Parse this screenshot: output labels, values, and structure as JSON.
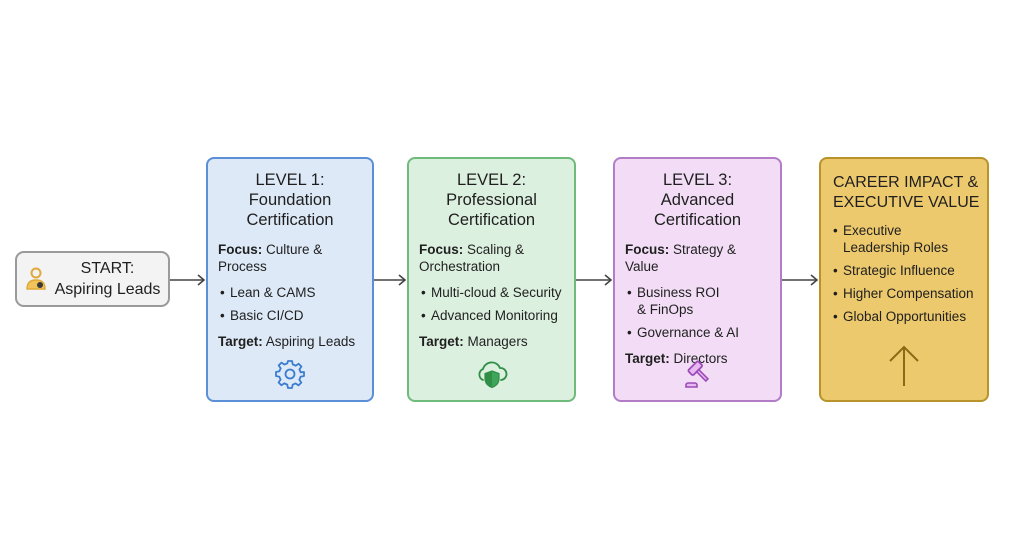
{
  "start": {
    "label_line1": "START:",
    "label_line2": "Aspiring Leads",
    "icon": "person-icon"
  },
  "levels": [
    {
      "title_line1": "LEVEL 1:",
      "title_line2": "Foundation",
      "title_line3": "Certification",
      "focus_label": "Focus:",
      "focus_value": "Culture & Process",
      "bullets": [
        "Lean & CAMS",
        "Basic CI/CD"
      ],
      "target_label": "Target:",
      "target_value": "Aspiring Leads",
      "icon": "gear-icon",
      "accent": "#5b8fd6"
    },
    {
      "title_line1": "LEVEL 2:",
      "title_line2": "Professional",
      "title_line3": "Certification",
      "focus_label": "Focus:",
      "focus_value": "Scaling & Orchestration",
      "bullets": [
        "Multi-cloud & Security",
        "Advanced Monitoring"
      ],
      "target_label": "Target:",
      "target_value": "Managers",
      "icon": "cloud-shield-icon",
      "accent": "#3fa55a"
    },
    {
      "title_line1": "LEVEL 3:",
      "title_line2": "Advanced",
      "title_line3": "Certification",
      "focus_label": "Focus:",
      "focus_value": "Strategy & Value",
      "bullets": [
        "Business ROI & FinOps",
        "Governance & AI"
      ],
      "target_label": "Target:",
      "target_value": "Directors",
      "icon": "gavel-icon",
      "accent": "#9c4bb8"
    }
  ],
  "impact": {
    "title_line1": "CAREER IMPACT &",
    "title_line2": "EXECUTIVE VALUE",
    "bullets": [
      "Executive Leadership Roles",
      "Strategic Influence",
      "Higher Compensation",
      "Global Opportunities"
    ],
    "icon": "arrow-up-icon",
    "accent": "#8a6b14"
  }
}
